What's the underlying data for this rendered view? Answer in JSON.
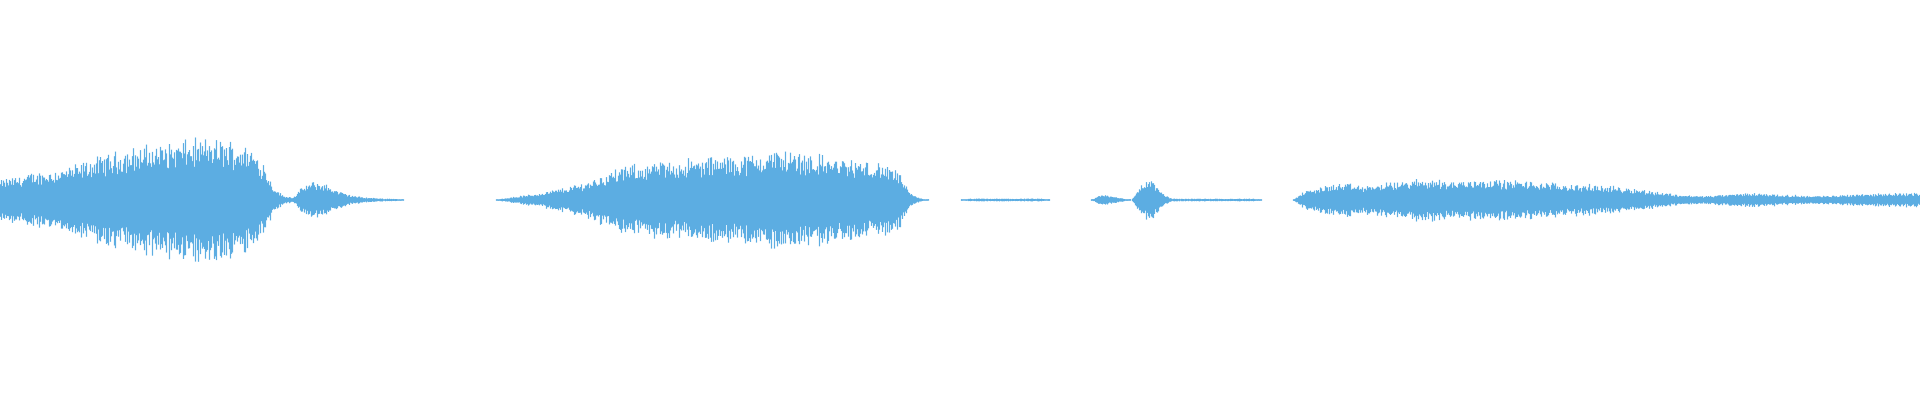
{
  "waveform": {
    "color": "#5dade2",
    "background": "#ffffff",
    "amplitude_peaks": [
      0.28,
      0.32,
      0.34,
      0.38,
      0.4,
      0.42,
      0.45,
      0.48,
      0.52,
      0.58,
      0.62,
      0.66,
      0.7,
      0.73,
      0.76,
      0.78,
      0.8,
      0.82,
      0.84,
      0.85,
      0.86,
      0.86,
      0.85,
      0.82,
      0.8,
      0.72,
      0.55,
      0.2,
      0.06,
      0.04,
      0.2,
      0.26,
      0.24,
      0.16,
      0.1,
      0.06,
      0.04,
      0.03,
      0.02,
      0.02,
      0.0,
      0.0,
      0.0,
      0.0,
      0.0,
      0.0,
      0.0,
      0.0,
      0.0,
      0.0,
      0.03,
      0.05,
      0.07,
      0.09,
      0.12,
      0.15,
      0.18,
      0.22,
      0.26,
      0.32,
      0.38,
      0.44,
      0.48,
      0.5,
      0.52,
      0.54,
      0.55,
      0.56,
      0.58,
      0.58,
      0.6,
      0.62,
      0.62,
      0.63,
      0.64,
      0.66,
      0.7,
      0.72,
      0.7,
      0.68,
      0.66,
      0.64,
      0.62,
      0.6,
      0.58,
      0.56,
      0.54,
      0.52,
      0.48,
      0.4,
      0.1,
      0.03,
      0.0,
      0.0,
      0.0,
      0.0,
      0.02,
      0.02,
      0.02,
      0.02,
      0.02,
      0.02,
      0.02,
      0.02,
      0.0,
      0.0,
      0.0,
      0.0,
      0.0,
      0.08,
      0.06,
      0.03,
      0.0,
      0.24,
      0.3,
      0.1,
      0.02,
      0.02,
      0.02,
      0.02,
      0.02,
      0.02,
      0.02,
      0.02,
      0.02,
      0.0,
      0.0,
      0.0,
      0.0,
      0.12,
      0.16,
      0.2,
      0.22,
      0.24,
      0.22,
      0.2,
      0.22,
      0.24,
      0.25,
      0.27,
      0.29,
      0.3,
      0.3,
      0.28,
      0.27,
      0.28,
      0.3,
      0.3,
      0.29,
      0.28,
      0.28,
      0.27,
      0.26,
      0.25,
      0.24,
      0.23,
      0.22,
      0.22,
      0.21,
      0.2,
      0.19,
      0.18,
      0.16,
      0.14,
      0.12,
      0.1,
      0.08,
      0.07,
      0.06,
      0.06,
      0.07,
      0.08,
      0.09,
      0.1,
      0.1,
      0.09,
      0.08,
      0.07,
      0.07,
      0.06,
      0.06,
      0.06,
      0.07,
      0.08,
      0.09,
      0.09,
      0.09,
      0.1,
      0.1,
      0.1,
      0.1
    ]
  }
}
